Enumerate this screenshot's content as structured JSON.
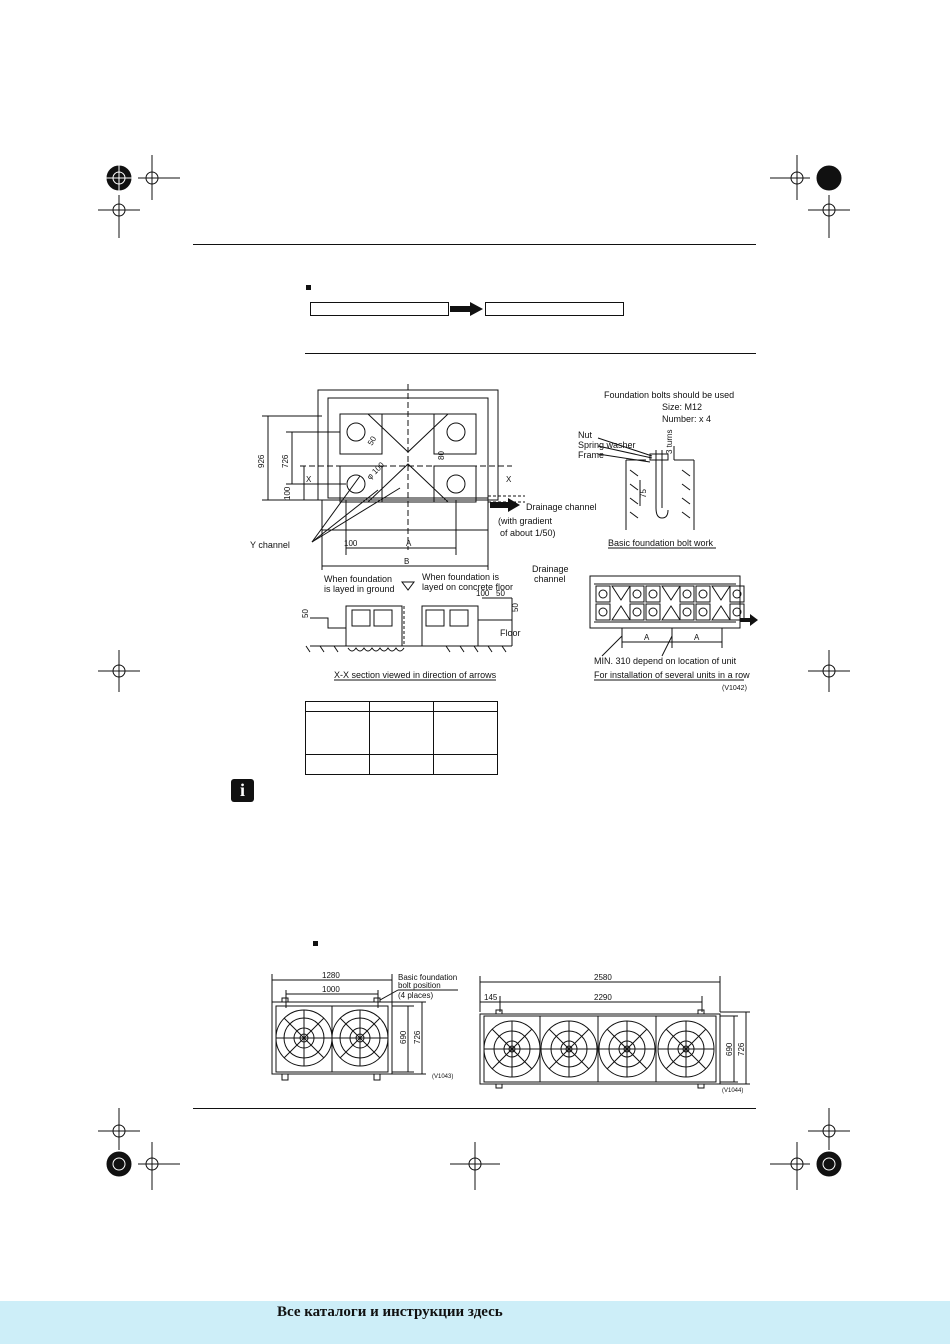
{
  "page": {
    "brand_color": "#cdeef8"
  },
  "fig_v1042": {
    "dim_926": "926",
    "dim_726": "726",
    "dim_100_side": "100",
    "dim_100_bottom": "100",
    "dim_50": "50",
    "dim_80": "80",
    "dim_phi100": "φ 100",
    "dim_a": "A",
    "dim_b": "B",
    "x_mark": "X",
    "y_channel": "Y channel",
    "drainage_channel": "Drainage channel",
    "gradient_line1": "(with gradient",
    "gradient_line2": "of about 1/50)",
    "ground_line1": "When foundation",
    "ground_line2": "is layed in ground",
    "concrete_line1": "When foundation is",
    "concrete_line2": "layed on concrete floor",
    "drainage2_line1": "Drainage",
    "drainage2_line2": "channel",
    "dim_100_sec": "100",
    "dim_50_sec": "50",
    "dim_50_left": "50",
    "dim_50_right": "50",
    "floor": "Floor",
    "section_caption": "X-X section viewed in direction of arrows",
    "bolts_title": "Foundation bolts should be used",
    "bolts_size": "Size: M12",
    "bolts_number": "Number: x 4",
    "nut": "Nut",
    "spring_washer": "Spring washer",
    "frame": "Frame",
    "three_turns": "3 turns",
    "dim_75": "75",
    "bolt_caption": "Basic foundation bolt work",
    "row_a1": "A",
    "row_a2": "A",
    "min_note": "MIN. 310 depend on location of unit",
    "row_caption": "For installation of several units in a row",
    "code": "(V1042)"
  },
  "fig_v1043": {
    "dim_1280": "1280",
    "dim_1000": "1000",
    "dim_690": "690",
    "dim_726": "726",
    "bolt_note_line1": "Basic foundation",
    "bolt_note_line2": "bolt position",
    "bolt_note_line3": "(4 places)",
    "code": "(V1043)"
  },
  "fig_v1044": {
    "dim_2580": "2580",
    "dim_145": "145",
    "dim_2290": "2290",
    "dim_690": "690",
    "dim_726": "726",
    "code": "(V1044)"
  },
  "footer": {
    "banner_text": "Все каталоги и инструкции здесь"
  }
}
